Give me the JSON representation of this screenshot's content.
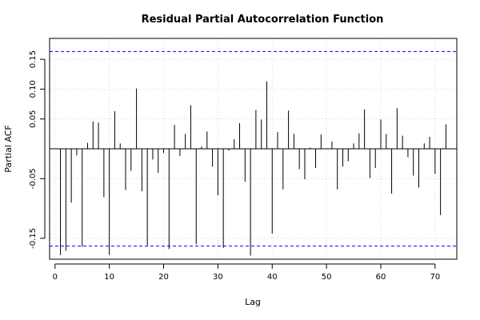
{
  "chart_data": {
    "type": "bar",
    "title": "Residual Partial Autocorrelation Function",
    "xlabel": "Lag",
    "ylabel": "Partial ACF",
    "xlim": [
      -1,
      74
    ],
    "ylim": [
      -0.185,
      0.185
    ],
    "x_ticks": [
      0,
      10,
      20,
      30,
      40,
      50,
      60,
      70
    ],
    "y_ticks": [
      -0.15,
      -0.05,
      0.05,
      0.1,
      0.15
    ],
    "y_tick_labels": [
      "-0.15",
      "-0.05",
      "0.05",
      "0.10",
      "0.15"
    ],
    "confidence_bounds": [
      0.163,
      -0.163
    ],
    "grid": true,
    "colors": {
      "bars": "#000000",
      "bounds": "#0000ff",
      "grid": "#d3d3d3",
      "zero_line": "#000000"
    },
    "lags": [
      1,
      2,
      3,
      4,
      5,
      6,
      7,
      8,
      9,
      10,
      11,
      12,
      13,
      14,
      15,
      16,
      17,
      18,
      19,
      20,
      21,
      22,
      23,
      24,
      25,
      26,
      27,
      28,
      29,
      30,
      31,
      32,
      33,
      34,
      35,
      36,
      37,
      38,
      39,
      40,
      41,
      42,
      43,
      44,
      45,
      46,
      47,
      48,
      49,
      50,
      51,
      52,
      53,
      54,
      55,
      56,
      57,
      58,
      59,
      60,
      61,
      62,
      63,
      64,
      65,
      66,
      67,
      68,
      69,
      70,
      71,
      72
    ],
    "values": [
      -0.178,
      -0.171,
      -0.09,
      -0.011,
      -0.164,
      0.01,
      0.046,
      0.044,
      -0.081,
      -0.178,
      0.063,
      0.009,
      -0.069,
      -0.037,
      0.101,
      -0.071,
      -0.162,
      -0.018,
      -0.04,
      -0.007,
      -0.168,
      0.04,
      -0.012,
      0.025,
      0.073,
      -0.16,
      0.004,
      0.029,
      -0.03,
      -0.078,
      -0.166,
      -0.003,
      0.016,
      0.043,
      -0.055,
      -0.179,
      0.065,
      0.049,
      0.113,
      -0.142,
      0.028,
      -0.068,
      0.064,
      0.025,
      -0.034,
      -0.051,
      0.002,
      -0.032,
      0.024,
      0.0,
      0.012,
      -0.068,
      -0.03,
      -0.021,
      0.009,
      0.026,
      0.066,
      -0.049,
      -0.032,
      0.049,
      0.025,
      -0.075,
      0.068,
      0.022,
      -0.014,
      -0.045,
      -0.065,
      0.009,
      0.02,
      -0.042,
      -0.111,
      0.041
    ]
  }
}
